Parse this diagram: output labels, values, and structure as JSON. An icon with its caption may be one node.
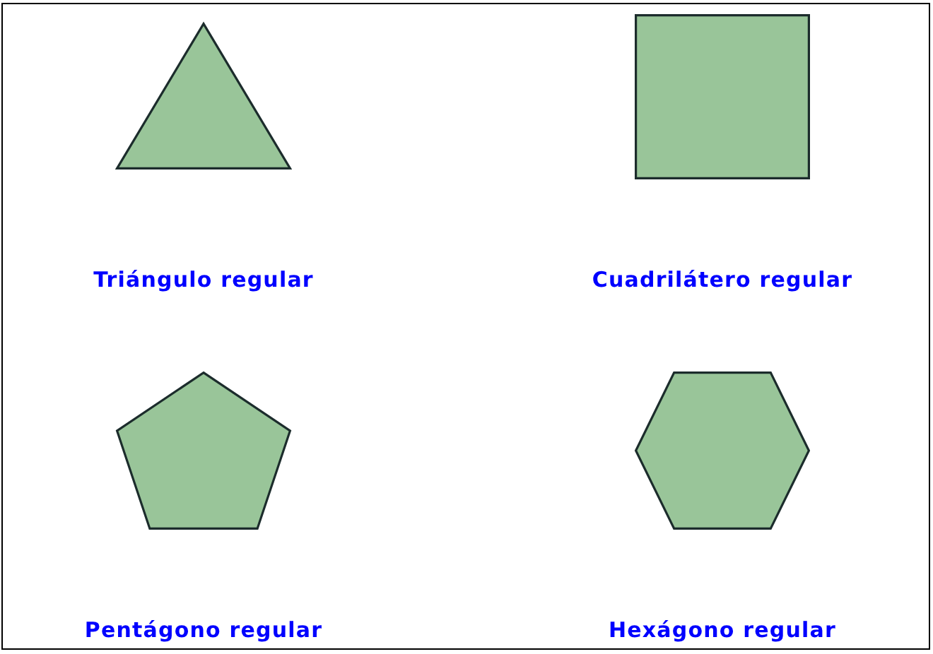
{
  "diagram": {
    "nodes": [
      {
        "text": [],
        "shape": "triangle"
      },
      {
        "text": [],
        "shape": "square"
      },
      {
        "text": [],
        "shape": "pentagon"
      },
      {
        "text": [],
        "shape": "hexagon"
      }
    ],
    "labels": [
      "Triángulo regular",
      "Cuadrilátero regular",
      "Pentágono regular",
      "Hexágono regular"
    ]
  }
}
